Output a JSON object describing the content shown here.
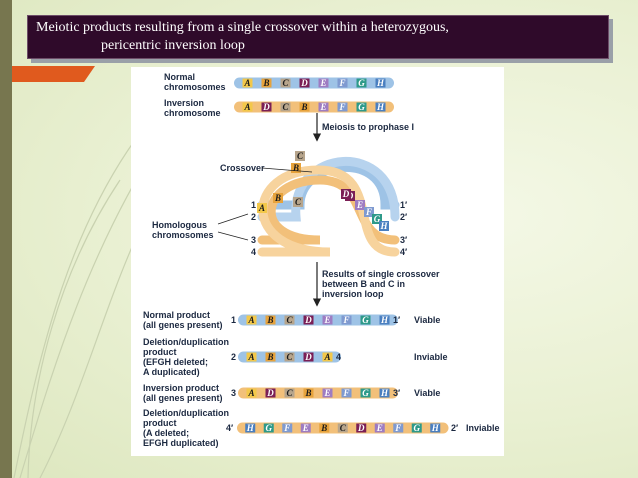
{
  "slide": {
    "title_line1": "Meiotic products resulting from a single crossover within a heterozygous,",
    "title_line2": "pericentric inversion loop"
  },
  "diagram": {
    "normal_label": [
      "Normal",
      "chromosomes"
    ],
    "normal_genes": [
      "A",
      "B",
      "C",
      "D",
      "E",
      "F",
      "G",
      "H"
    ],
    "inversion_label": [
      "Inversion",
      "chromosome"
    ],
    "inversion_genes": [
      "A",
      "D",
      "C",
      "B",
      "E",
      "F",
      "G",
      "H"
    ],
    "step1": "Meiosis to prophase I",
    "crossover_label": "Crossover",
    "homologous_label": [
      "Homologous",
      "chromosomes"
    ],
    "strand_left_numbers": [
      "1",
      "2",
      "3",
      "4"
    ],
    "strand_right_numbers": [
      "1′",
      "2′",
      "3′",
      "4′"
    ],
    "loop_genes_upper_left": [
      "C",
      "B",
      "A"
    ],
    "loop_genes_upper_right": [
      "D",
      "E",
      "F",
      "G",
      "H"
    ],
    "loop_genes_lower": [
      "B",
      "C",
      "D"
    ],
    "step2": [
      "Results of single crossover",
      "between B and C in",
      "inversion loop"
    ],
    "products": [
      {
        "label": [
          "Normal product",
          "(all genes present)"
        ],
        "left_num": "1",
        "genes": [
          "A",
          "B",
          "C",
          "D",
          "E",
          "F",
          "G",
          "H"
        ],
        "right_num": "1′",
        "outcome": "Viable"
      },
      {
        "label": [
          "Deletion/duplication",
          "product",
          "(EFGH deleted;",
          "A duplicated)"
        ],
        "left_num": "2",
        "genes": [
          "A",
          "B",
          "C",
          "D",
          "A"
        ],
        "right_num": "4",
        "outcome": "Inviable"
      },
      {
        "label": [
          "Inversion product",
          "(all genes present)"
        ],
        "left_num": "3",
        "genes": [
          "A",
          "D",
          "C",
          "B",
          "E",
          "F",
          "G",
          "H"
        ],
        "right_num": "3′",
        "outcome": "Viable"
      },
      {
        "label": [
          "Deletion/duplication",
          "product",
          "(A deleted;",
          "EFGH duplicated)"
        ],
        "left_num": "4′",
        "genes": [
          "H",
          "G",
          "F",
          "E",
          "B",
          "C",
          "D",
          "E",
          "F",
          "G",
          "H"
        ],
        "right_num": "2′",
        "outcome": "Inviable"
      }
    ]
  },
  "colors": {
    "title_bar": "#2f0a2a",
    "blue_chromosome": "#9ec3e6",
    "orange_chromosome": "#f2c07a",
    "arrow": "#222222",
    "gene_A": "#f3c84a",
    "gene_B": "#e7a33c",
    "gene_C": "#b7a58c",
    "gene_D": "#7b1f56",
    "gene_E": "#9e7cc2",
    "gene_F": "#7f9ad0",
    "gene_G": "#2e9a8a",
    "gene_H": "#4a7fc0"
  }
}
